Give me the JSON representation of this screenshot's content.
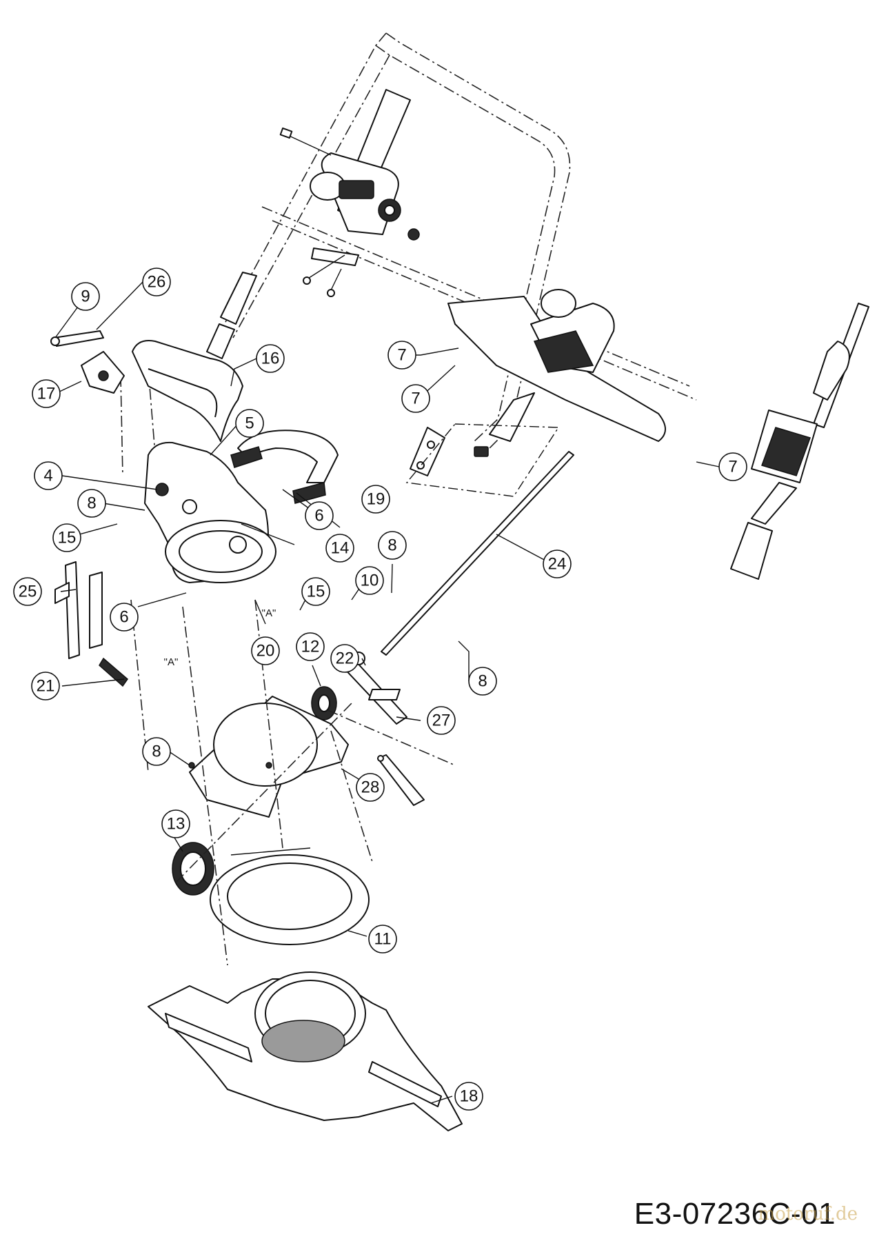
{
  "diagram": {
    "drawing_code": "E3-07236C-01",
    "watermark": "motoruf.de",
    "view_marks": [
      "\"A\"",
      "\"A\""
    ],
    "callouts": [
      {
        "id": "c9",
        "label": "9"
      },
      {
        "id": "c26",
        "label": "26"
      },
      {
        "id": "c17",
        "label": "17"
      },
      {
        "id": "c16",
        "label": "16"
      },
      {
        "id": "c5",
        "label": "5"
      },
      {
        "id": "c4",
        "label": "4"
      },
      {
        "id": "c8a",
        "label": "8"
      },
      {
        "id": "c15a",
        "label": "15"
      },
      {
        "id": "c6a",
        "label": "6"
      },
      {
        "id": "c19",
        "label": "19"
      },
      {
        "id": "c14",
        "label": "14"
      },
      {
        "id": "c25",
        "label": "25"
      },
      {
        "id": "c6b",
        "label": "6"
      },
      {
        "id": "c20",
        "label": "20"
      },
      {
        "id": "c15b",
        "label": "15"
      },
      {
        "id": "c10",
        "label": "10"
      },
      {
        "id": "c8b",
        "label": "8"
      },
      {
        "id": "c21",
        "label": "21"
      },
      {
        "id": "c12",
        "label": "12"
      },
      {
        "id": "c22",
        "label": "22"
      },
      {
        "id": "c8c",
        "label": "8"
      },
      {
        "id": "c27",
        "label": "27"
      },
      {
        "id": "c7a",
        "label": "7"
      },
      {
        "id": "c7b",
        "label": "7"
      },
      {
        "id": "c7c",
        "label": "7"
      },
      {
        "id": "c24",
        "label": "24"
      },
      {
        "id": "c8d",
        "label": "8"
      },
      {
        "id": "c28",
        "label": "28"
      },
      {
        "id": "c13",
        "label": "13"
      },
      {
        "id": "c11",
        "label": "11"
      },
      {
        "id": "c18",
        "label": "18"
      }
    ]
  }
}
